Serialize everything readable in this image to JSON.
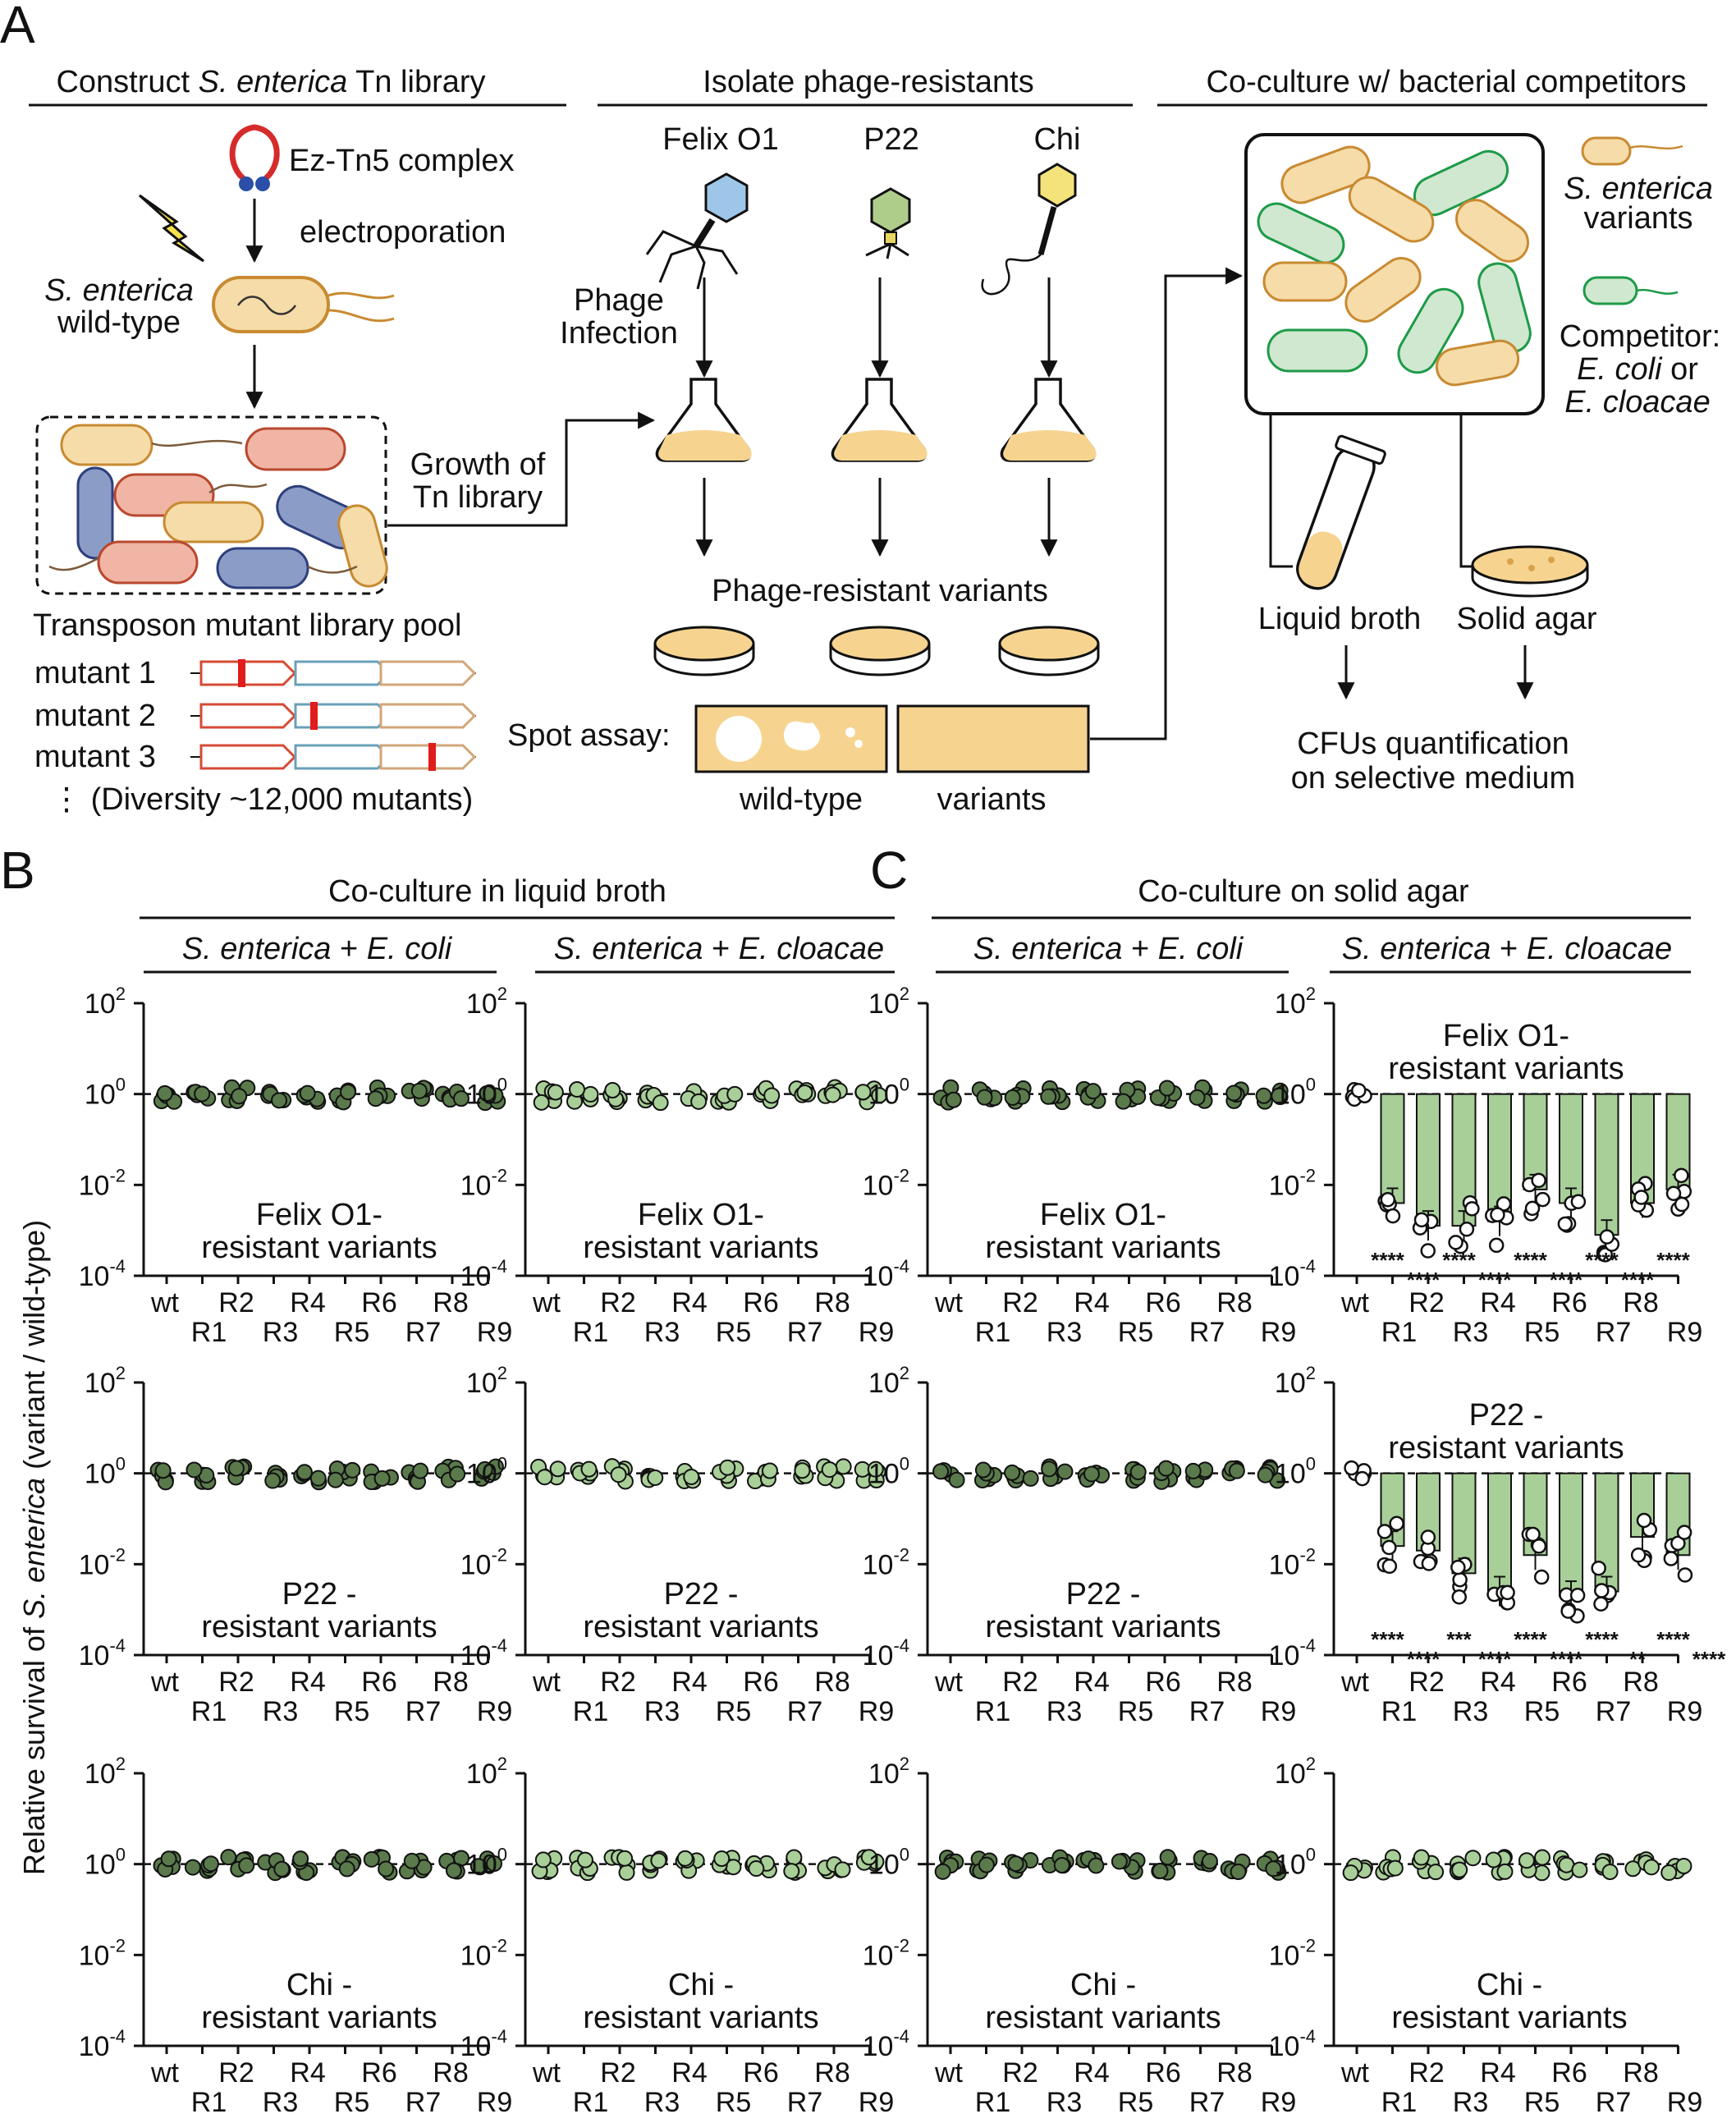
{
  "panel_a": {
    "label": "A",
    "section1": {
      "title_pre": "Construct ",
      "title_it": "S. enterica",
      "title_post": " Tn library",
      "ez": "Ez-Tn5 complex",
      "electro": "electroporation",
      "se1": "S. enterica",
      "se2": "wild-type",
      "pool": "Transposon mutant library pool",
      "mutants": [
        "mutant 1",
        "mutant 2",
        "mutant 3"
      ],
      "diversity": "(Diversity ~12,000 mutants)",
      "growth1": "Growth of",
      "growth2": "Tn library"
    },
    "section2": {
      "title": "Isolate phage-resistants",
      "phages": [
        "Felix O1",
        "P22",
        "Chi"
      ],
      "infect1": "Phage",
      "infect2": "Infection",
      "resist": "Phage-resistant variants",
      "spot": "Spot assay:",
      "wt": "wild-type",
      "var": "variants"
    },
    "section3": {
      "title": "Co-culture w/ bacterial competitors",
      "se1": "S. enterica",
      "se2": "variants",
      "comp1": "Competitor:",
      "comp2a": "E. coli",
      "comp2b": " or",
      "comp3": "E. cloacae",
      "liquid": "Liquid broth",
      "solid": "Solid agar",
      "cfu1": "CFUs quantification",
      "cfu2": "on selective medium"
    }
  },
  "panel_b": {
    "label": "B",
    "title": "Co-culture in liquid broth"
  },
  "panel_c": {
    "label": "C",
    "title": "Co-culture on solid agar"
  },
  "conditions": [
    {
      "pre": "S. enterica",
      "mid": " + ",
      "post": "E. coli"
    },
    {
      "pre": "S. enterica",
      "mid": " + ",
      "post": "E. cloacae"
    }
  ],
  "ylabel_pre": "Relative survival of ",
  "ylabel_it": "S. enterica",
  "ylabel_post": " (variant / wild-type)",
  "chart_data": {
    "type": "scatter",
    "y_scale": "log10",
    "ylim_exp": [
      -4,
      2
    ],
    "ytick_base": "10",
    "ytick_exponents": [
      "2",
      "0",
      "-2",
      "-4"
    ],
    "reference_line": 0,
    "categories_top": [
      "wt",
      "R2",
      "R4",
      "R6",
      "R8"
    ],
    "categories_bottom": [
      "R1",
      "R3",
      "R5",
      "R7",
      "R9"
    ],
    "rows": [
      {
        "label1": "Felix O1-",
        "label2": "resistant variants"
      },
      {
        "label1": "P22 -",
        "label2": "resistant variants"
      },
      {
        "label1": "Chi -",
        "label2": "resistant variants"
      }
    ],
    "bar_panels": [
      {
        "row": 0,
        "col": 3,
        "label1": "Felix O1-",
        "label2": "resistant variants",
        "bar_values_exp": [
          0,
          -2.4,
          -2.9,
          -2.9,
          -2.8,
          -2.1,
          -2.4,
          -3.1,
          -2.4,
          -2.1
        ],
        "stars_top": [
          "****",
          "****",
          "****",
          "****",
          "****"
        ],
        "stars_bottom": [
          "****",
          "****",
          "****",
          "****"
        ]
      },
      {
        "row": 1,
        "col": 3,
        "label1": "P22 -",
        "label2": "resistant variants",
        "bar_values_exp": [
          0,
          -1.6,
          -1.7,
          -2.2,
          -2.6,
          -1.8,
          -2.7,
          -2.6,
          -1.4,
          -1.8
        ],
        "stars_top": [
          "****",
          "***",
          "****",
          "****",
          "****"
        ],
        "stars_bottom": [
          "****",
          "****",
          "****",
          "**",
          "****"
        ]
      }
    ]
  }
}
